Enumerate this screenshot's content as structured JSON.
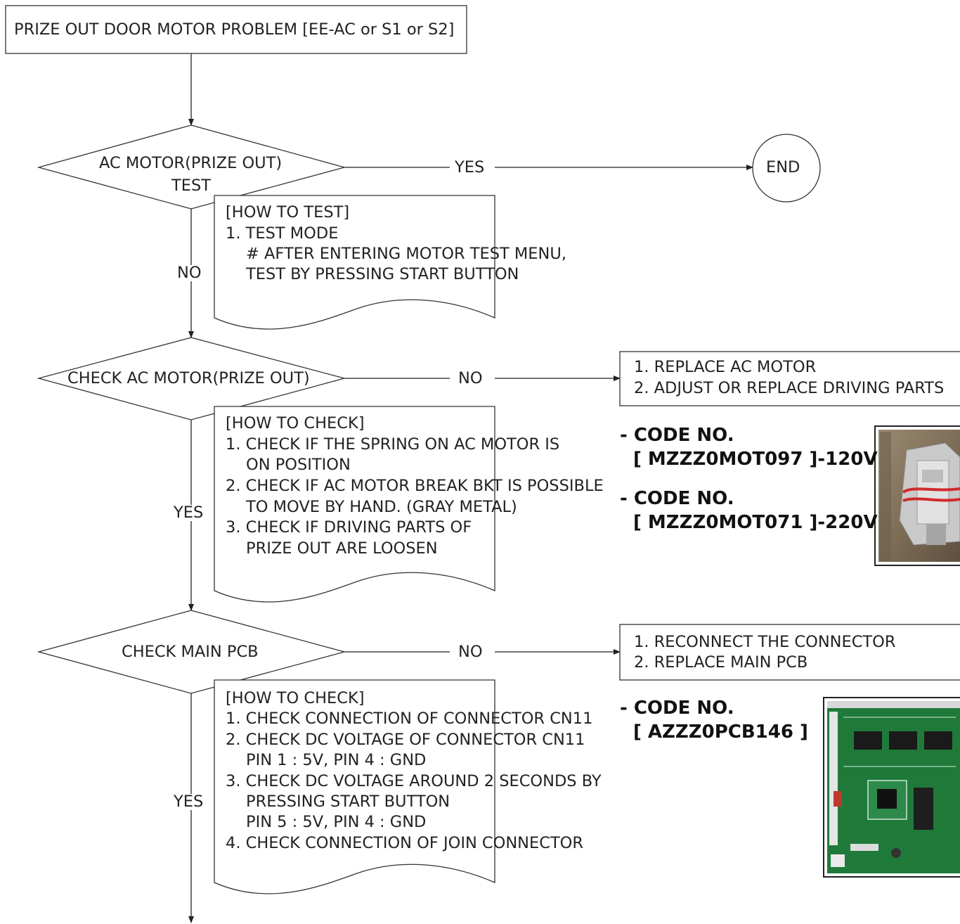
{
  "start_box": "PRIZE OUT DOOR MOTOR PROBLEM [EE-AC or S1 or S2]",
  "decision1": {
    "line1": "AC MOTOR(PRIZE OUT)",
    "line2": "TEST",
    "yes_label": "YES",
    "no_label": "NO",
    "note": [
      "[HOW TO TEST]",
      "1. TEST MODE",
      "# AFTER ENTERING MOTOR TEST MENU,",
      "TEST BY PRESSING START BUTTON"
    ]
  },
  "end_label": "END",
  "decision2": {
    "label": "CHECK AC MOTOR(PRIZE OUT)",
    "no_label": "NO",
    "yes_label": "YES",
    "note": [
      "[HOW TO CHECK]",
      "1. CHECK IF THE SPRING ON AC MOTOR IS",
      "ON POSITION",
      "2. CHECK IF AC MOTOR BREAK BKT IS POSSIBLE",
      "TO MOVE BY HAND. (GRAY METAL)",
      "3. CHECK IF DRIVING PARTS OF",
      "PRIZE OUT ARE LOOSEN"
    ],
    "action": [
      "1. REPLACE AC MOTOR",
      "2. ADJUST OR REPLACE DRIVING PARTS"
    ],
    "codes": [
      {
        "head": "- CODE NO.",
        "value": "[ MZZZ0MOT097 ]-120V"
      },
      {
        "head": "- CODE NO.",
        "value": "[ MZZZ0MOT071 ]-220V"
      }
    ]
  },
  "decision3": {
    "label": "CHECK MAIN PCB",
    "no_label": "NO",
    "yes_label": "YES",
    "note": [
      "[HOW TO CHECK]",
      "1. CHECK CONNECTION OF CONNECTOR CN11",
      "2. CHECK DC VOLTAGE OF CONNECTOR CN11",
      "PIN 1 : 5V, PIN 4 : GND",
      "3. CHECK DC VOLTAGE AROUND 2 SECONDS BY",
      "PRESSING START BUTTON",
      "PIN 5 : 5V, PIN 4 : GND",
      "4. CHECK CONNECTION OF JOIN CONNECTOR"
    ],
    "action": [
      "1. RECONNECT THE CONNECTOR",
      "2. REPLACE MAIN PCB"
    ],
    "codes": [
      {
        "head": "- CODE NO.",
        "value": "[ AZZZ0PCB146 ]"
      }
    ]
  }
}
